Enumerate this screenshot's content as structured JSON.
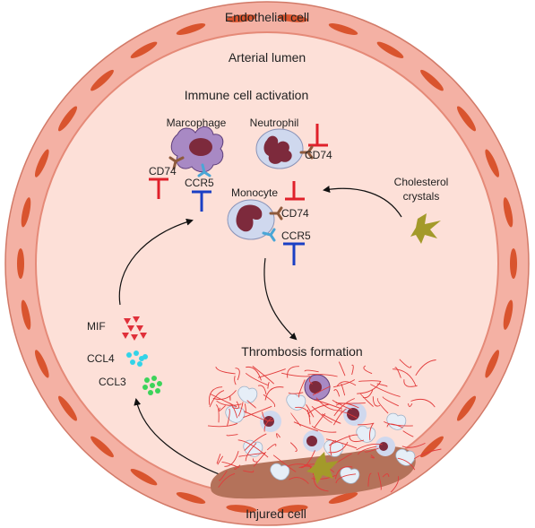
{
  "labels": {
    "endothelial_cell": "Endothelial cell",
    "arterial_lumen": "Arterial lumen",
    "immune_cell_activation": "Immune cell activation",
    "macrophage": "Marcophage",
    "neutrophil": "Neutrophil",
    "monocyte": "Monocyte",
    "cd74_macrophage": "CD74",
    "ccr5_macrophage": "CCR5",
    "cd74_neutrophil": "CD74",
    "cd74_monocyte": "CD74",
    "ccr5_monocyte": "CCR5",
    "cholesterol_crystals_line1": "Cholesterol",
    "cholesterol_crystals_line2": "crystals",
    "mif": "MIF",
    "ccl4": "CCL4",
    "ccl3": "CCL3",
    "thrombosis_formation": "Thrombosis formation",
    "injured_cell": "Injured cell"
  },
  "colors": {
    "vessel_wall": "#f4b1a4",
    "lumen": "#fde0d8",
    "endothelial_nucleus": "#d9542e",
    "inhibit_cd74": "#e0202a",
    "inhibit_ccr5": "#1a3fc4",
    "receptor_cd74": "#8e5a3c",
    "receptor_ccr5": "#4aa6d6",
    "macrophage": "#a889c4",
    "nucleus": "#7d2a3c",
    "cell_membrane": "#cfd8ee",
    "mif_particles": "#e0303a",
    "ccl4_particles": "#32d3e8",
    "ccl3_particles": "#3cd35a",
    "fibrin": "#e23b3b",
    "cholesterol": "#a39a2a",
    "injured_tissue": "#b4725a"
  }
}
